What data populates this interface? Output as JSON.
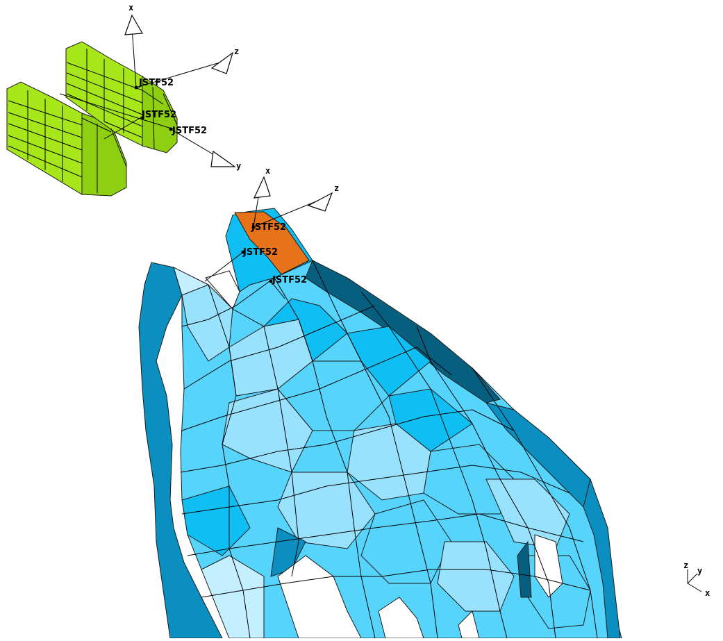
{
  "viewport": {
    "labels": {
      "top_part": [
        "JSTF52",
        "JSTF52",
        "JSTF52"
      ],
      "bottom_part": [
        "JSTF52",
        "JSTF52",
        "JSTF52"
      ]
    },
    "axes": {
      "top_part": {
        "x": "x",
        "z": "z",
        "y": "y"
      },
      "bottom_part": {
        "x": "x",
        "z": "z"
      },
      "triad": {
        "z": "z",
        "y": "y",
        "x": "x"
      }
    },
    "colors": {
      "selected_part": "#a6e61a",
      "mesh_primary": "#0fbff4",
      "highlight_face": "#e67219",
      "background": "#ffffff"
    }
  }
}
